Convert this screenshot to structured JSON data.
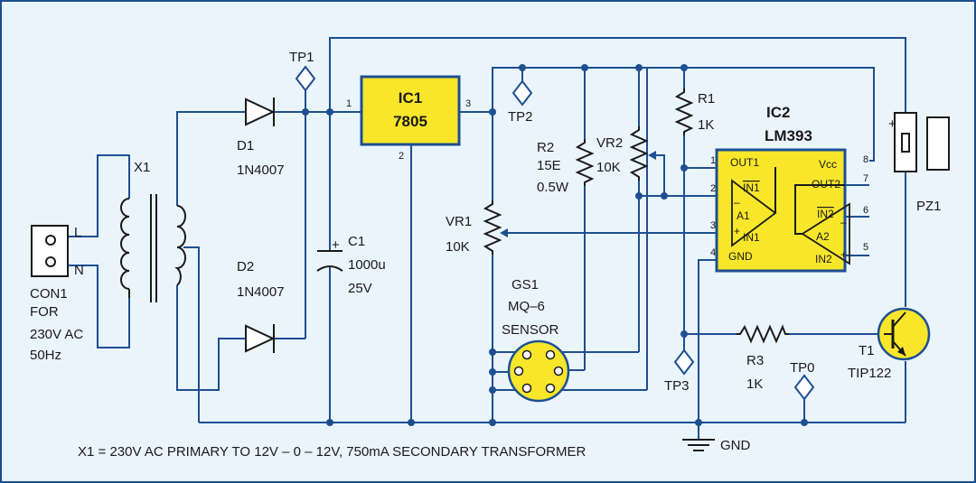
{
  "connector": {
    "name": "CON1",
    "pin_l": "L",
    "pin_n": "N",
    "note1": "FOR",
    "note2": "230V AC",
    "note3": "50Hz"
  },
  "transformer": {
    "name": "X1"
  },
  "diode1": {
    "name": "D1",
    "part": "1N4007"
  },
  "diode2": {
    "name": "D2",
    "part": "1N4007"
  },
  "capacitor": {
    "name": "C1",
    "value": "1000u",
    "voltage": "25V",
    "polarity": "+"
  },
  "regulator": {
    "name": "IC1",
    "part": "7805",
    "pin1": "1",
    "pin2": "2",
    "pin3": "3"
  },
  "testpoints": {
    "tp0": "TP0",
    "tp1": "TP1",
    "tp2": "TP2",
    "tp3": "TP3"
  },
  "r1": {
    "name": "R1",
    "value": "1K"
  },
  "r2": {
    "name": "R2",
    "value": "15E",
    "power": "0.5W"
  },
  "r3": {
    "name": "R3",
    "value": "1K"
  },
  "vr1": {
    "name": "VR1",
    "value": "10K"
  },
  "vr2": {
    "name": "VR2",
    "value": "10K"
  },
  "sensor": {
    "name": "GS1",
    "part": "MQ–6",
    "label": "SENSOR"
  },
  "comparator": {
    "name": "IC2",
    "part": "LM393",
    "out1": "OUT1",
    "in1n": "IN1",
    "a1": "A1",
    "in1p": "IN1",
    "gnd": "GND",
    "vcc": "Vcc",
    "out2": "OUT2",
    "in2n": "IN2",
    "a2": "A2",
    "in2p": "IN2",
    "pins": [
      "1",
      "2",
      "3",
      "4",
      "5",
      "6",
      "7",
      "8"
    ],
    "minus": "–",
    "plus": "+"
  },
  "transistor": {
    "name": "T1",
    "part": "TIP122"
  },
  "buzzer": {
    "name": "PZ1",
    "plus": "+"
  },
  "ground": {
    "label": "GND"
  },
  "footnote": "X1 = 230V AC PRIMARY TO 12V – 0 – 12V, 750mA SECONDARY TRANSFORMER"
}
